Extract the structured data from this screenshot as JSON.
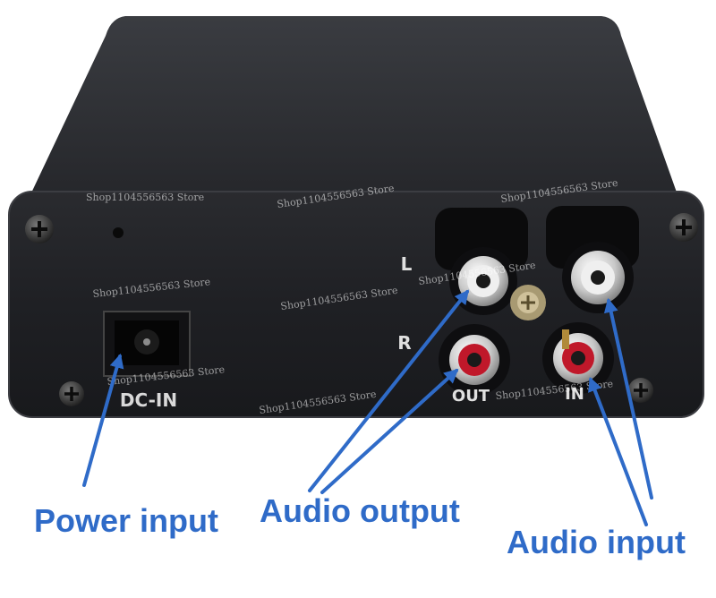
{
  "panel": {
    "left_channel_label": "L",
    "right_channel_label": "R",
    "dc_in_label": "DC-IN",
    "out_label": "OUT",
    "in_label": "IN"
  },
  "watermarks": [
    "Shop1104556563 Store",
    "Shop1104556563 Store",
    "Shop1104556563 Store",
    "Shop1104556563 Store",
    "Shop1104556563 Store",
    "Shop1104556563 Store",
    "Shop1104556563 Store",
    "Shop1104556563 Store",
    "Shop1104556563 Store"
  ],
  "callouts": {
    "power": "Power input",
    "audio_out": "Audio output",
    "audio_in": "Audio input"
  },
  "colors": {
    "annotation": "#2f6bc8",
    "rca_red": "#c0182a",
    "rca_white": "#e8e8e8",
    "chassis": "#2b2c30"
  }
}
